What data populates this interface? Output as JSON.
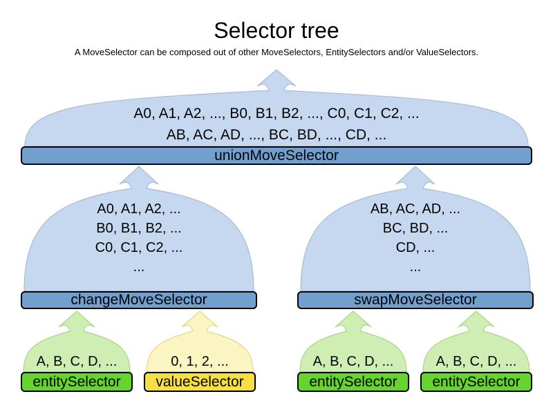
{
  "title": "Selector tree",
  "subtitle": "A MoveSelector can be composed out of other MoveSelectors, EntitySelectors and/or ValueSelectors.",
  "colors": {
    "blue_dome": "#c5d8ef",
    "blue_dome_stroke": "#a6bcd9",
    "blue_bar": "#719fce",
    "green_dome": "#cfeeb4",
    "green_dome_stroke": "#a6d87d",
    "green_bar": "#66d42e",
    "yellow_dome": "#fbf5c1",
    "yellow_dome_stroke": "#e6d87e",
    "yellow_bar": "#f6df44",
    "bar_border": "#000000",
    "text": "#000000"
  },
  "funnels": {
    "union": {
      "bar_label": "unionMoveSelector",
      "lines": [
        "A0, A1, A2, ..., B0, B1, B2, ..., C0, C1, C2, ...",
        "AB, AC, AD, ..., BC, BD, ..., CD, ..."
      ]
    },
    "change": {
      "bar_label": "changeMoveSelector",
      "lines": [
        "A0, A1, A2, ...",
        "B0, B1, B2, ...",
        "C0, C1, C2, ...",
        "..."
      ]
    },
    "swap": {
      "bar_label": "swapMoveSelector",
      "lines": [
        "AB, AC, AD, ...",
        "BC, BD, ...",
        "CD, ...",
        "..."
      ]
    },
    "entity_left": {
      "bar_label": "entitySelector",
      "lines": [
        "A, B, C, D, ..."
      ]
    },
    "value": {
      "bar_label": "valueSelector",
      "lines": [
        "0, 1, 2, ..."
      ]
    },
    "entity_mid": {
      "bar_label": "entitySelector",
      "lines": [
        "A, B, C, D, ..."
      ]
    },
    "entity_right": {
      "bar_label": "entitySelector",
      "lines": [
        "A, B, C, D, ..."
      ]
    }
  }
}
